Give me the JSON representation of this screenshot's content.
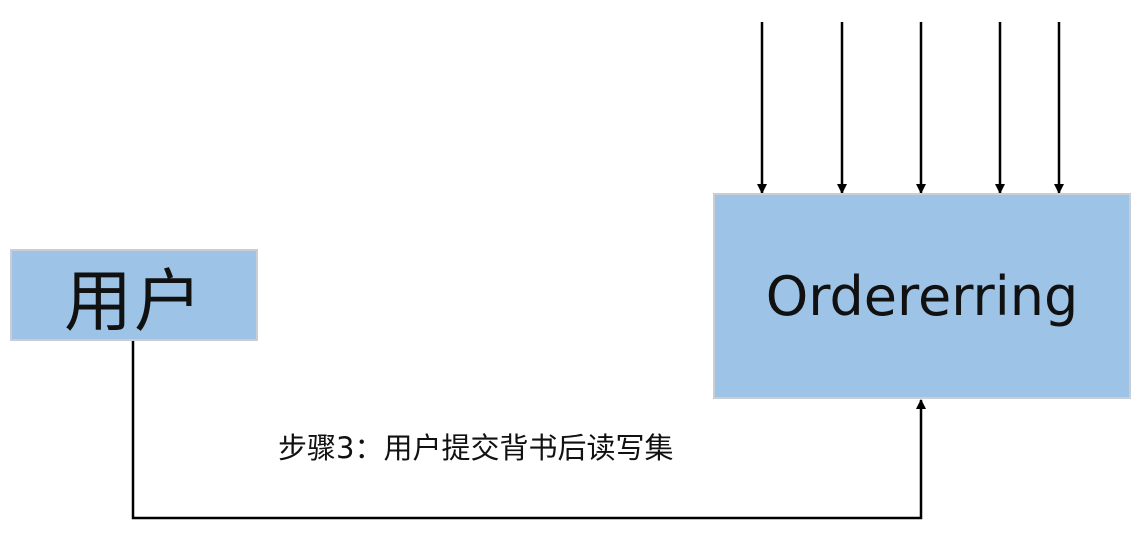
{
  "nodes": {
    "user": {
      "label": "用户"
    },
    "orderer": {
      "label": "Ordererring"
    }
  },
  "edges": {
    "step3": {
      "label": "步骤3：用户提交背书后读写集"
    }
  },
  "colors": {
    "box_fill": "#9dc3e6",
    "box_border": "#c9ced6",
    "line": "#000000"
  }
}
